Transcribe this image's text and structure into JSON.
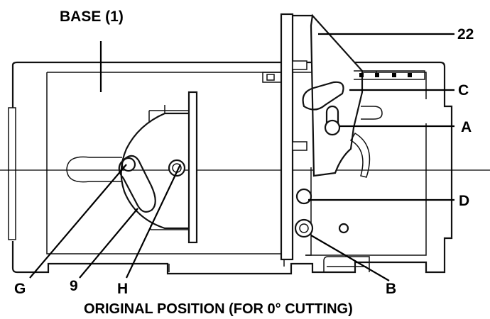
{
  "labels": {
    "base": "BASE (1)",
    "part_22": "22",
    "part_c": "C",
    "part_a": "A",
    "part_d": "D",
    "part_b": "B",
    "part_g": "G",
    "part_9": "9",
    "part_h": "H"
  },
  "caption": "ORIGINAL POSITION (FOR 0° CUTTING)"
}
